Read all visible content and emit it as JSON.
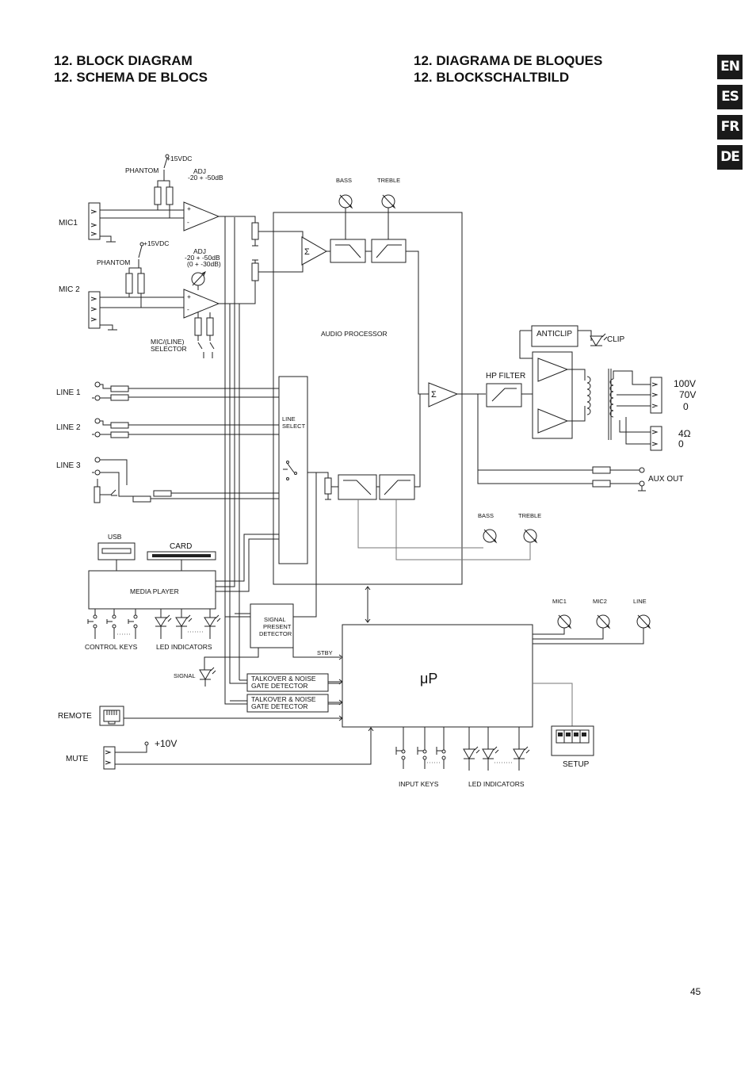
{
  "header": {
    "titles_left": [
      "12. BLOCK DIAGRAM",
      "12. SCHEMA DE BLOCS"
    ],
    "titles_right": [
      "12. DIAGRAMA DE BLOQUES",
      "12. BLOCKSCHALTBILD"
    ]
  },
  "language_tabs": [
    "EN",
    "ES",
    "FR",
    "DE"
  ],
  "page_number": "45",
  "diagram": {
    "mic1": {
      "label": "MIC1",
      "phantom": "PHANTOM",
      "supply": "+15VDC",
      "adj": "ADJ",
      "adj_range": "-20 + -50dB"
    },
    "mic2": {
      "label": "MIC 2",
      "phantom": "PHANTOM",
      "supply": "+15VDC",
      "adj": "ADJ",
      "adj_range": "-20 + -50dB",
      "adj_range_alt": "(0 + -30dB)",
      "selector_line1": "MIC/(LINE)",
      "selector_line2": "SELECTOR"
    },
    "amp_signs": {
      "plus": "+",
      "minus": "-"
    },
    "lines": [
      "LINE 1",
      "LINE 2",
      "LINE 3"
    ],
    "line_select": [
      "LINE",
      "SELECT"
    ],
    "usb": "USB",
    "card": "CARD",
    "media_player": "MEDIA PLAYER",
    "control_keys": "CONTROL KEYS",
    "led_indicators_left": "LED INDICATORS",
    "signal": "SIGNAL",
    "signal_present_detector": [
      "SIGNAL",
      "PRESENT",
      "DETECTOR"
    ],
    "stby": "STBY",
    "talkover_detectors": [
      [
        "TALKOVER & NOISE",
        "GATE DETECTOR"
      ],
      [
        "TALKOVER & NOISE",
        "GATE DETECTOR"
      ]
    ],
    "remote": "REMOTE",
    "mute": "MUTE",
    "mute_supply": "+10V",
    "audio_processor": "AUDIO PROCESSOR",
    "bass_top": "BASS",
    "treble_top": "TREBLE",
    "bass_bottom": "BASS",
    "treble_bottom": "TREBLE",
    "sigma": "Σ",
    "anticlip": "ANTICLIP",
    "clip": "CLIP",
    "hp_filter": "HP FILTER",
    "outputs": [
      "100V",
      "70V",
      "0",
      "4Ω",
      "0"
    ],
    "aux_out": "AUX OUT",
    "microprocessor": "μP",
    "mic_controls": [
      "MIC1",
      "MIC2",
      "LINE"
    ],
    "setup": "SETUP",
    "input_keys": "INPUT KEYS",
    "led_indicators_right": "LED INDICATORS"
  }
}
